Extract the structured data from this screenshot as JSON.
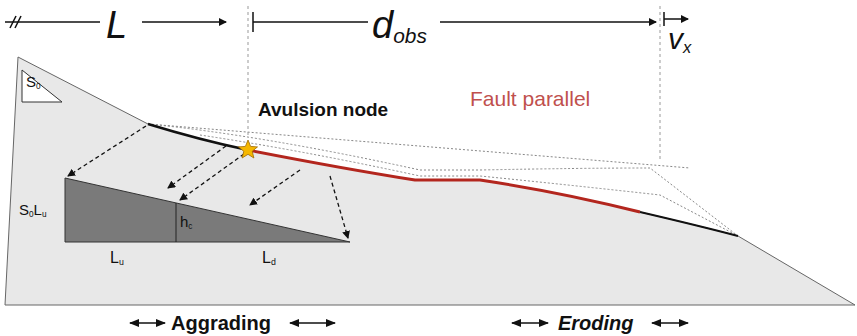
{
  "diagram": {
    "labels": [
      "L",
      "d",
      "obs",
      "v",
      "x",
      "Avulsion node",
      "S",
      "0",
      "Fault parallel",
      "S",
      "0",
      "L",
      "u",
      "h",
      "c",
      "L",
      "u",
      "L",
      "d",
      "Aggrading",
      "Eroding"
    ]
  }
}
